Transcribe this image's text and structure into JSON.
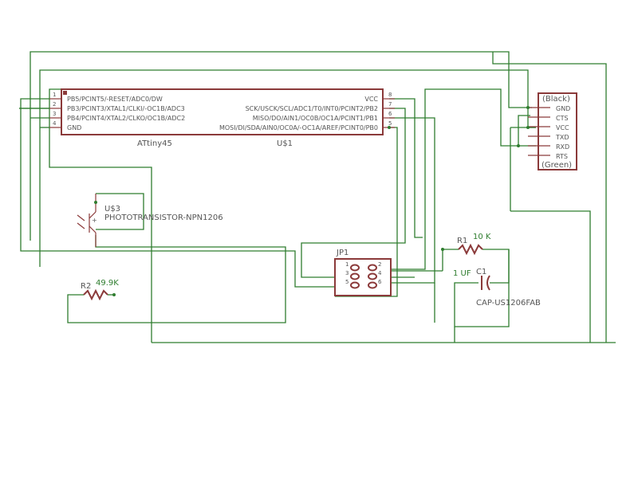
{
  "u1": {
    "name": "U$1",
    "value": "ATtiny45",
    "left_pins": [
      {
        "num": "1",
        "label": "PB5/PCINT5/-RESET/ADC0/DW"
      },
      {
        "num": "2",
        "label": "PB3/PCINT3/XTAL1/CLKI/-OC1B/ADC3"
      },
      {
        "num": "3",
        "label": "PB4/PCINT4/XTAL2/CLKO/OC1B/ADC2"
      },
      {
        "num": "4",
        "label": "GND"
      }
    ],
    "right_pins": [
      {
        "num": "8",
        "label": "VCC"
      },
      {
        "num": "7",
        "label": "SCK/USCK/SCL/ADC1/T0/INT0/PCINT2/PB2"
      },
      {
        "num": "6",
        "label": "MISO/DO/AIN1/OC0B/OC1A/PCINT1/PB1"
      },
      {
        "num": "5",
        "label": "MOSI/DI/SDA/AIN0/OC0A/-OC1A/AREF/PCINT0/PB0"
      }
    ]
  },
  "ftdi": {
    "top_label": "(Black)",
    "bottom_label": "(Green)",
    "pins": [
      "GND",
      "CTS",
      "VCC",
      "TXD",
      "RXD",
      "RTS"
    ]
  },
  "u3": {
    "name": "U$3",
    "value": "PHOTOTRANSISTOR-NPN1206"
  },
  "jp1": {
    "name": "JP1",
    "pins_left": [
      "1",
      "3",
      "5"
    ],
    "pins_right": [
      "2",
      "4",
      "6"
    ]
  },
  "r1": {
    "name": "R1",
    "value": "10 K"
  },
  "r2": {
    "name": "R2",
    "value": "49.9K"
  },
  "c1": {
    "name": "C1",
    "value": "1 UF",
    "package": "CAP-US1206FAB"
  }
}
